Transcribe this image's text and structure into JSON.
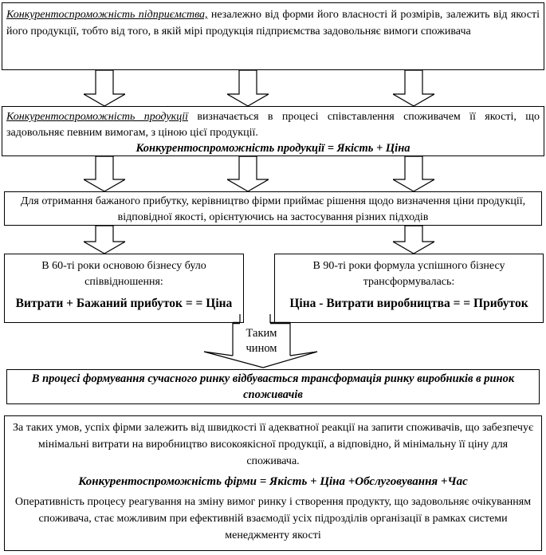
{
  "diagram": {
    "box_enterprise": {
      "lead": "Конкурентоспроможність підприємства,",
      "rest": " незалежно від форми його власності й розмірів, залежить від якості його продукції, тобто від того, в якій мірі продукція підприємства задовольняє вимоги споживача"
    },
    "box_product": {
      "lead": "Конкурентоспроможність продукції",
      "rest": " визначається в процесі співставлення споживачем її якості, що задовольняє певним вимогам, з ціною цієї продукції.",
      "formula": "Конкурентоспроможність продукції = Якість + Ціна"
    },
    "box_profit": {
      "text": "Для отримання бажаного прибутку, керівництво фірми приймає рішення щодо визначення ціни продукції, відповідної якості, орієнтуючись на застосування різних підходів"
    },
    "box_60s": {
      "text": "В 60-ті роки основою бізнесу було співвідношення:",
      "formula": "Витрати + Бажаний прибуток = = Ціна"
    },
    "box_90s": {
      "text": "В 90-ті роки формула успішного бізнесу трансформувалась:",
      "formula": "Ціна - Витрати виробництва = = Прибуток"
    },
    "thus_label": {
      "line1": "Таким",
      "line2": "чином"
    },
    "box_market": {
      "text": "В процесі формування сучасного ринку відбувається трансформація ринку виробників в ринок споживачів"
    },
    "box_firm": {
      "para1": "За таких умов, успіх фірми залежить від швидкості її адекватної реакції на запити споживачів, що забезпечує мінімальні витрати на виробництво високоякісної продукції, а відповідно, й мінімальну її ціну для споживача.",
      "formula": "Конкурентоспроможність фірми =  Якість + Ціна +Обслуговування +Час",
      "para2": "Оперативність процесу реагування на зміну вимог ринку і створення продукту, що задовольняє очікуванням споживача, стає можливим при ефективній взаємодії усіх підрозділів організації в рамках системи менеджменту якості"
    },
    "icons": {
      "down_arrow": "⇩"
    },
    "colors": {
      "border": "#000000",
      "background": "#ffffff",
      "text": "#000000"
    }
  }
}
